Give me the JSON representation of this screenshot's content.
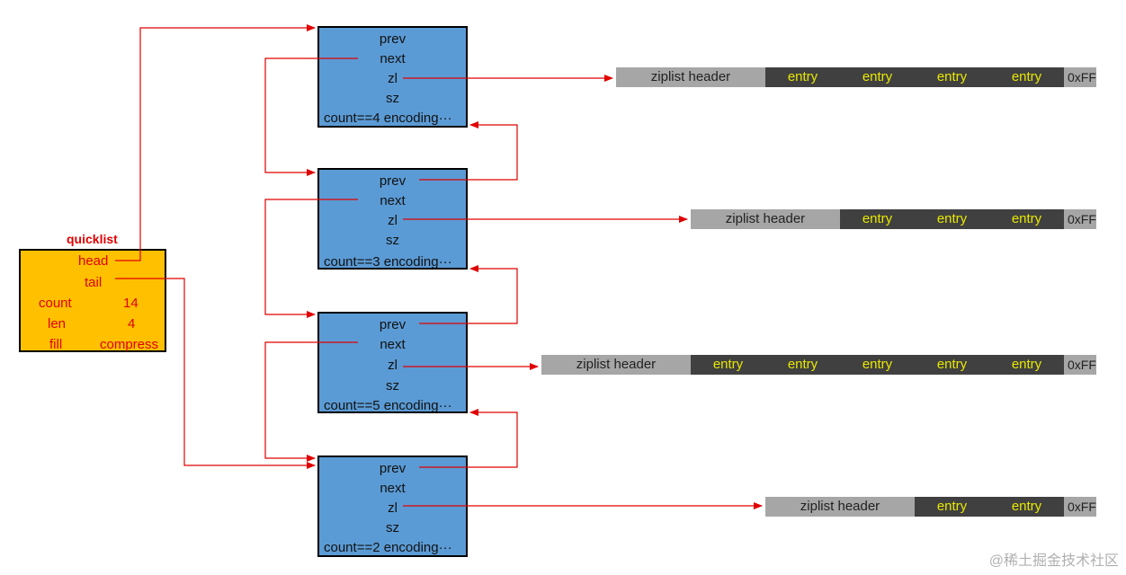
{
  "quicklist": {
    "title": "quicklist",
    "head": "head",
    "tail": "tail",
    "count_label": "count",
    "count_value": "14",
    "len_label": "len",
    "len_value": "4",
    "fill_label": "fill",
    "compress_label": "compress"
  },
  "nodes": [
    {
      "prev": "prev",
      "next": "next",
      "zl": "zl",
      "sz": "sz",
      "count": "count==4",
      "encoding": "encoding···"
    },
    {
      "prev": "prev",
      "next": "next",
      "zl": "zl",
      "sz": "sz",
      "count": "count==3",
      "encoding": "encoding···"
    },
    {
      "prev": "prev",
      "next": "next",
      "zl": "zl",
      "sz": "sz",
      "count": "count==5",
      "encoding": "encoding···"
    },
    {
      "prev": "prev",
      "next": "next",
      "zl": "zl",
      "sz": "sz",
      "count": "count==2",
      "encoding": "encoding···"
    }
  ],
  "ziplists": [
    {
      "header": "ziplist header",
      "entries": [
        "entry",
        "entry",
        "entry",
        "entry"
      ],
      "end": "0xFF"
    },
    {
      "header": "ziplist header",
      "entries": [
        "entry",
        "entry",
        "entry"
      ],
      "end": "0xFF"
    },
    {
      "header": "ziplist header",
      "entries": [
        "entry",
        "entry",
        "entry",
        "entry",
        "entry"
      ],
      "end": "0xFF"
    },
    {
      "header": "ziplist header",
      "entries": [
        "entry",
        "entry"
      ],
      "end": "0xFF"
    }
  ],
  "colors": {
    "arrow": "#e00000",
    "node_fill": "#5b9bd5",
    "quicklist_fill": "#ffc000",
    "header_fill": "#a6a6a6",
    "entry_fill": "#404040",
    "entry_text": "#e8e800"
  },
  "watermark": "@稀土掘金技术社区"
}
